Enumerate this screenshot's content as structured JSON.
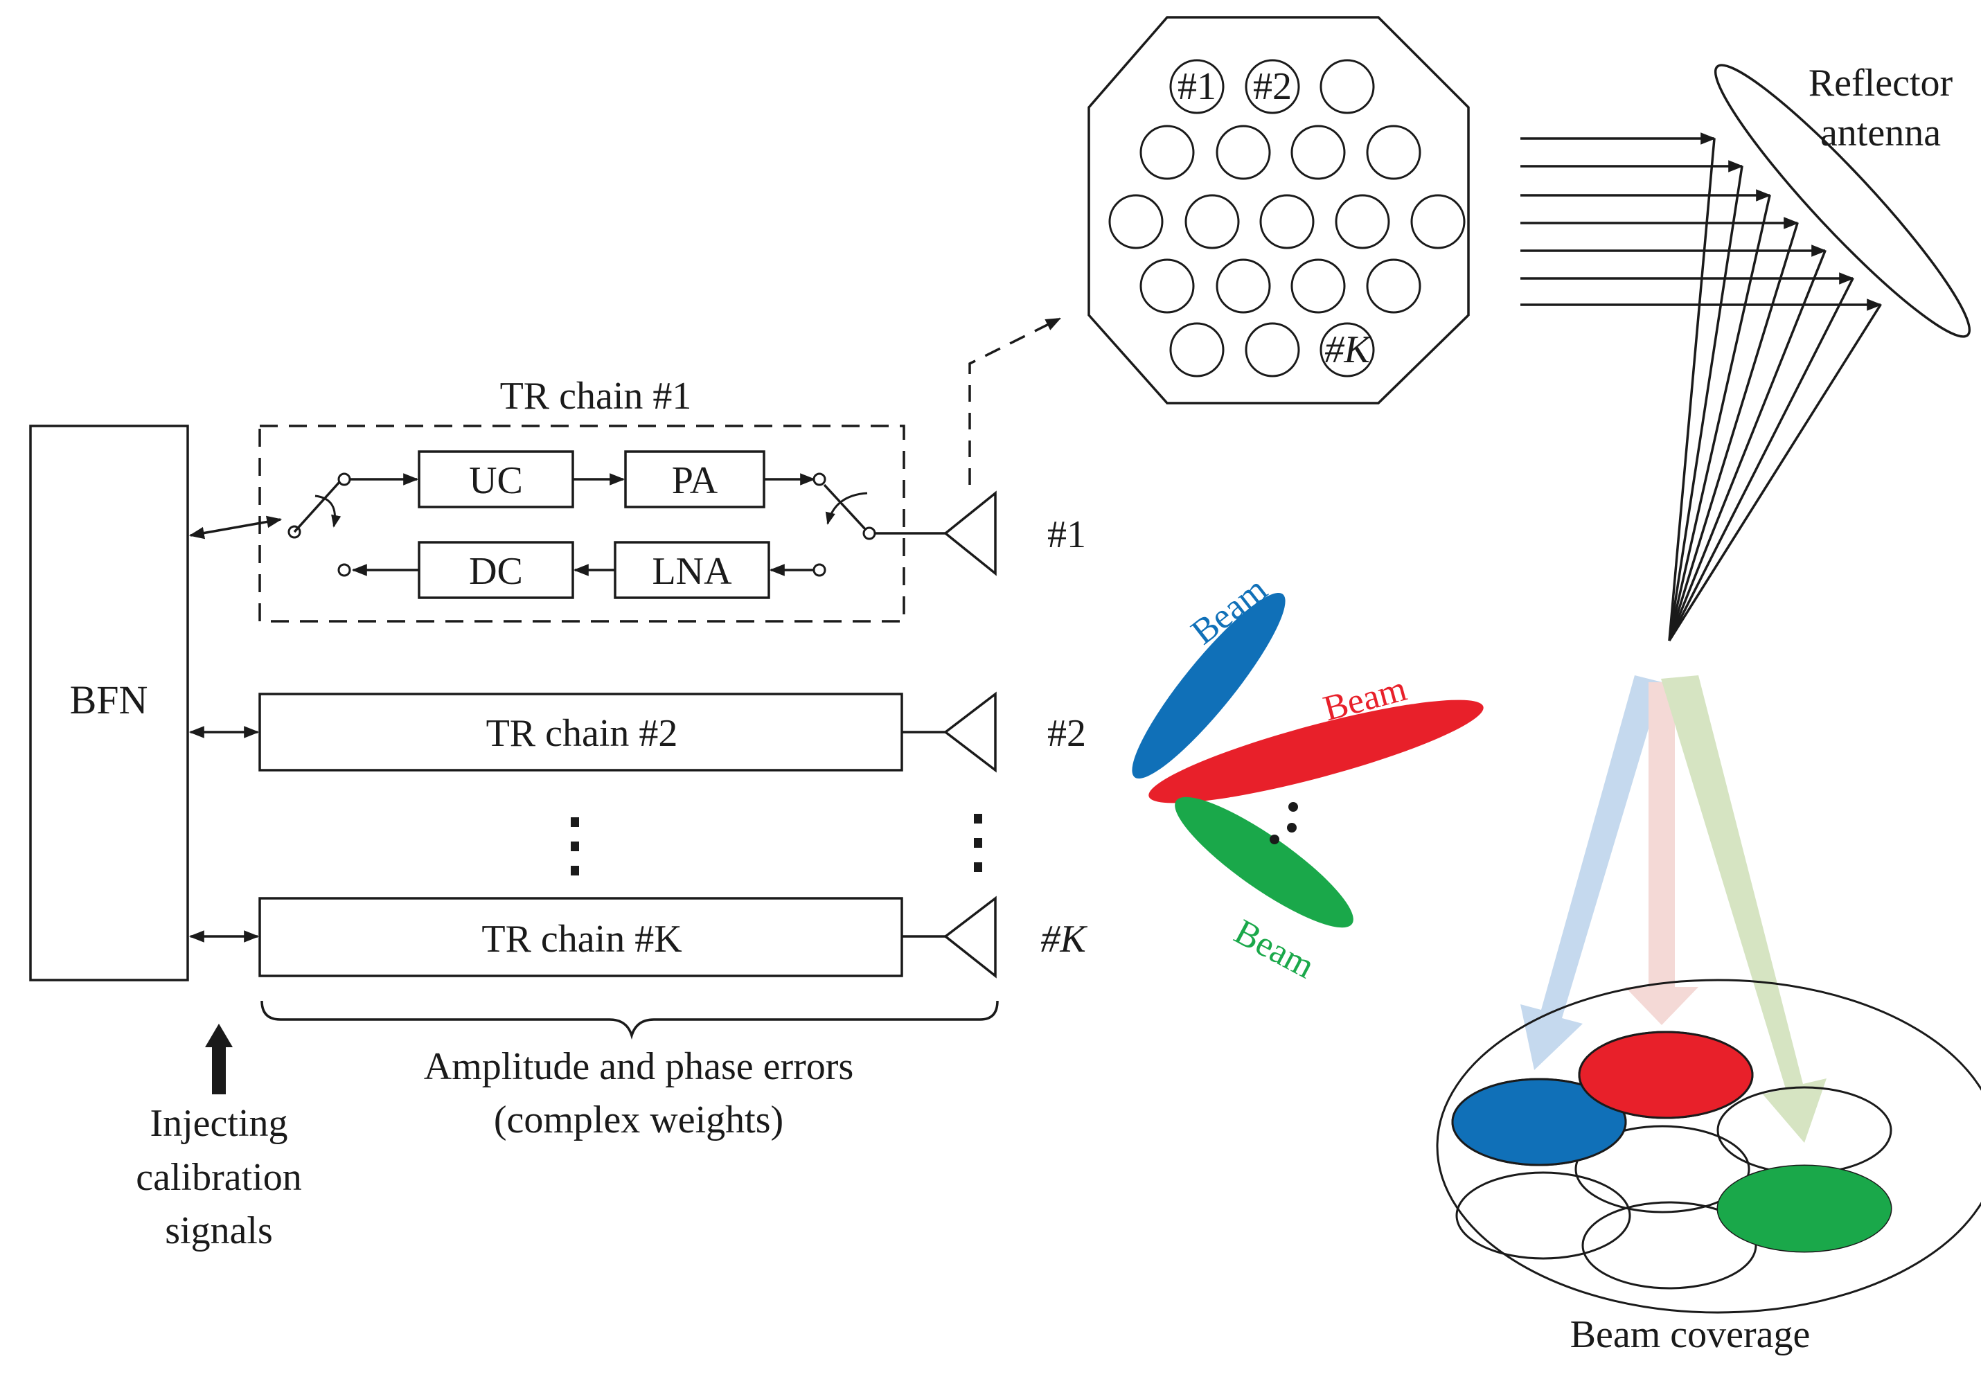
{
  "bfn": {
    "label": "BFN"
  },
  "tr_chain_1": {
    "title": "TR chain #1",
    "blocks": {
      "uc": "UC",
      "pa": "PA",
      "dc": "DC",
      "lna": "LNA"
    },
    "antenna_label": "#1"
  },
  "tr_chain_2": {
    "label": "TR chain #2",
    "antenna_label": "#2"
  },
  "tr_chain_k": {
    "label": "TR chain #K",
    "antenna_label": "#K"
  },
  "errors_label": {
    "line1": "Amplitude and phase errors",
    "line2": "(complex weights)"
  },
  "calibration_label": {
    "line1": "Injecting",
    "line2": "calibration",
    "line3": "signals"
  },
  "feed_array": {
    "feed_1": "#1",
    "feed_2": "#2",
    "feed_k": "#K"
  },
  "reflector_label": {
    "line1": "Reflector",
    "line2": "antenna"
  },
  "beams": [
    {
      "label": "Beam",
      "color": "#1070b8"
    },
    {
      "label": "Beam",
      "color": "#e8202a"
    },
    {
      "label": "Beam",
      "color": "#1aa84a"
    }
  ],
  "coverage_label": "Beam coverage"
}
